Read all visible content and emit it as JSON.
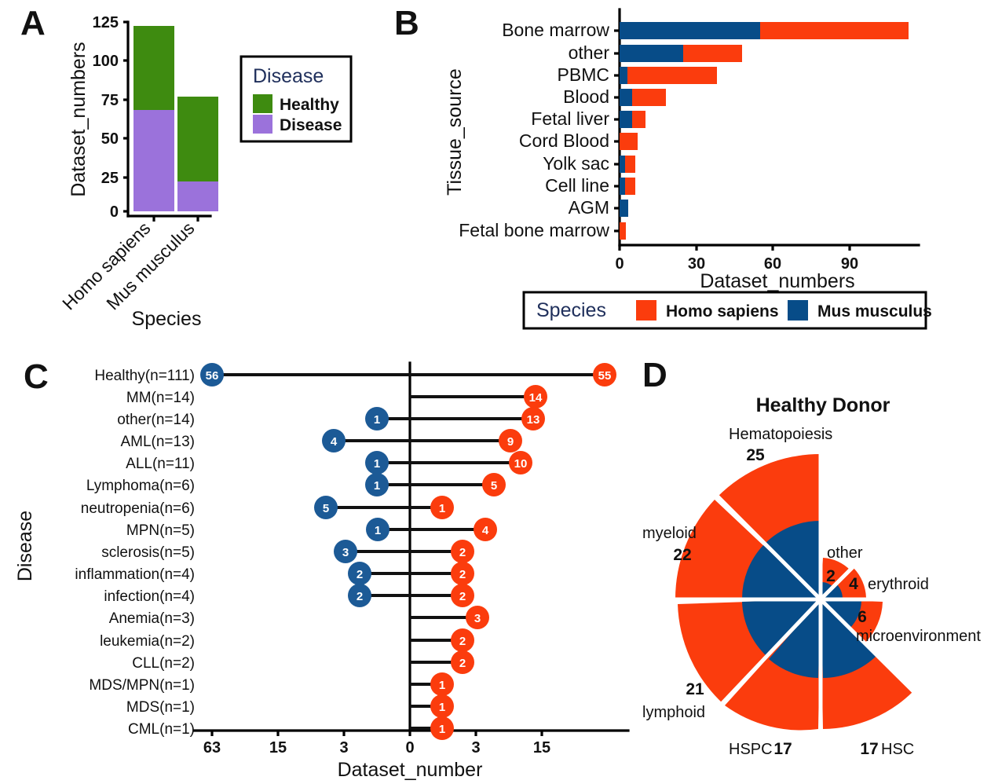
{
  "figure": {
    "panel_labels": {
      "a": "A",
      "b": "B",
      "c": "C",
      "d": "D"
    }
  },
  "colors": {
    "healthy_green": "#3E8B10",
    "disease_purple": "#9B72DB",
    "homo_orange": "#FB3C0D",
    "mus_blue": "#074C88",
    "legend_title_blue": "#20305C",
    "axis_black": "#000000"
  },
  "chart_data": [
    {
      "id": "panel_a",
      "type": "bar",
      "title": "",
      "xlabel": "Species",
      "ylabel": "Dataset_numbers",
      "categories": [
        "Homo sapiens",
        "Mus musculus"
      ],
      "yticks": [
        0,
        25,
        50,
        75,
        100,
        125
      ],
      "ylim": [
        0,
        130
      ],
      "stacked": true,
      "grid": false,
      "legend": {
        "title": "Disease",
        "position": "right",
        "entries": [
          "Healthy",
          "Disease"
        ]
      },
      "series": [
        {
          "name": "Disease",
          "color": "#9B72DB",
          "values": [
            67,
            20
          ]
        },
        {
          "name": "Healthy",
          "color": "#3E8B10",
          "values": [
            55,
            56
          ]
        }
      ],
      "totals": [
        122,
        76
      ]
    },
    {
      "id": "panel_b",
      "type": "bar",
      "orientation": "horizontal",
      "title": "",
      "xlabel": "Dataset_numbers",
      "ylabel": "Tissue_source",
      "categories": [
        "Bone marrow",
        "other",
        "PBMC",
        "Blood",
        "Fetal liver",
        "Cord Blood",
        "Yolk sac",
        "Cell line",
        "AGM",
        "Fetal bone marrow"
      ],
      "xticks": [
        0,
        30,
        60,
        90
      ],
      "xlim": [
        0,
        118
      ],
      "stacked": true,
      "grid": false,
      "legend": {
        "title": "Species",
        "position": "bottom",
        "entries": [
          "Homo sapiens",
          "Mus musculus"
        ]
      },
      "series": [
        {
          "name": "Mus musculus",
          "color": "#074C88",
          "values": [
            55,
            25,
            3,
            5,
            5,
            0,
            2,
            2,
            3,
            0
          ]
        },
        {
          "name": "Homo sapiens",
          "color": "#FB3C0D",
          "values": [
            58,
            23,
            35,
            13,
            5,
            7,
            4,
            4,
            0,
            2
          ]
        }
      ],
      "totals": [
        113,
        48,
        38,
        18,
        10,
        7,
        6,
        6,
        3,
        2
      ]
    },
    {
      "id": "panel_c",
      "type": "bar",
      "subtype": "diverging-lollipop",
      "title": "",
      "xlabel": "Dataset_number",
      "ylabel": "Disease",
      "xticks_labels": [
        "63",
        "15",
        "3",
        "0",
        "3",
        "15"
      ],
      "categories": [
        "Healthy(n=111)",
        "MM(n=14)",
        "other(n=14)",
        "AML(n=13)",
        "ALL(n=11)",
        "Lymphoma(n=6)",
        "neutropenia(n=6)",
        "MPN(n=5)",
        "sclerosis(n=5)",
        "inflammation(n=4)",
        "infection(n=4)",
        "Anemia(n=3)",
        "leukemia(n=2)",
        "CLL(n=2)",
        "MDS/MPN(n=1)",
        "MDS(n=1)",
        "CML(n=1)"
      ],
      "series": [
        {
          "name": "Mus musculus",
          "color": "#074C88",
          "side": "left",
          "values": [
            56,
            0,
            1,
            4,
            1,
            1,
            5,
            1,
            3,
            2,
            2,
            0,
            0,
            0,
            0,
            0,
            0
          ]
        },
        {
          "name": "Homo sapiens",
          "color": "#FB3C0D",
          "side": "right",
          "values": [
            55,
            14,
            13,
            9,
            10,
            5,
            1,
            4,
            2,
            2,
            2,
            3,
            2,
            2,
            1,
            1,
            1
          ]
        }
      ]
    },
    {
      "id": "panel_d",
      "type": "pie",
      "subtype": "nightingale-rose",
      "title": "Healthy Donor",
      "segments": [
        {
          "label": "Hematopoiesis",
          "value": 25,
          "inner": 13
        },
        {
          "label": "myeloid",
          "value": 22,
          "inner": 10
        },
        {
          "label": "lymphoid",
          "value": 21,
          "inner": 10
        },
        {
          "label": "HSPC",
          "value": 17,
          "inner": 11
        },
        {
          "label": "HSC",
          "value": 17,
          "inner": 12
        },
        {
          "label": "microenvironment",
          "value": 6,
          "inner": 4
        },
        {
          "label": "erythroid",
          "value": 4,
          "inner": 2
        },
        {
          "label": "other",
          "value": 2,
          "inner": 1
        }
      ],
      "colors": {
        "outer": "#FB3C0D",
        "inner": "#074C88"
      }
    }
  ],
  "panel_a": {
    "label": "A",
    "ylabel": "Dataset_numbers",
    "xlabel": "Species",
    "yticks": [
      "0",
      "25",
      "50",
      "75",
      "100",
      "125"
    ],
    "xticks": [
      "Homo sapiens",
      "Mus musculus"
    ],
    "legend": {
      "title": "Disease",
      "items": [
        "Healthy",
        "Disease"
      ]
    }
  },
  "panel_b": {
    "label": "B",
    "ylabel": "Tissue_source",
    "xlabel": "Dataset_numbers",
    "xticks": [
      "0",
      "30",
      "60",
      "90"
    ],
    "yticks": [
      "Bone marrow",
      "other",
      "PBMC",
      "Blood",
      "Fetal liver",
      "Cord Blood",
      "Yolk sac",
      "Cell line",
      "AGM",
      "Fetal bone marrow"
    ],
    "legend": {
      "title": "Species",
      "items": [
        "Homo sapiens",
        "Mus musculus"
      ]
    }
  },
  "panel_c": {
    "label": "C",
    "ylabel": "Disease",
    "xlabel": "Dataset_number",
    "xticks": [
      "63",
      "15",
      "3",
      "0",
      "3",
      "15"
    ]
  },
  "panel_d": {
    "label": "D",
    "title": "Healthy Donor"
  }
}
